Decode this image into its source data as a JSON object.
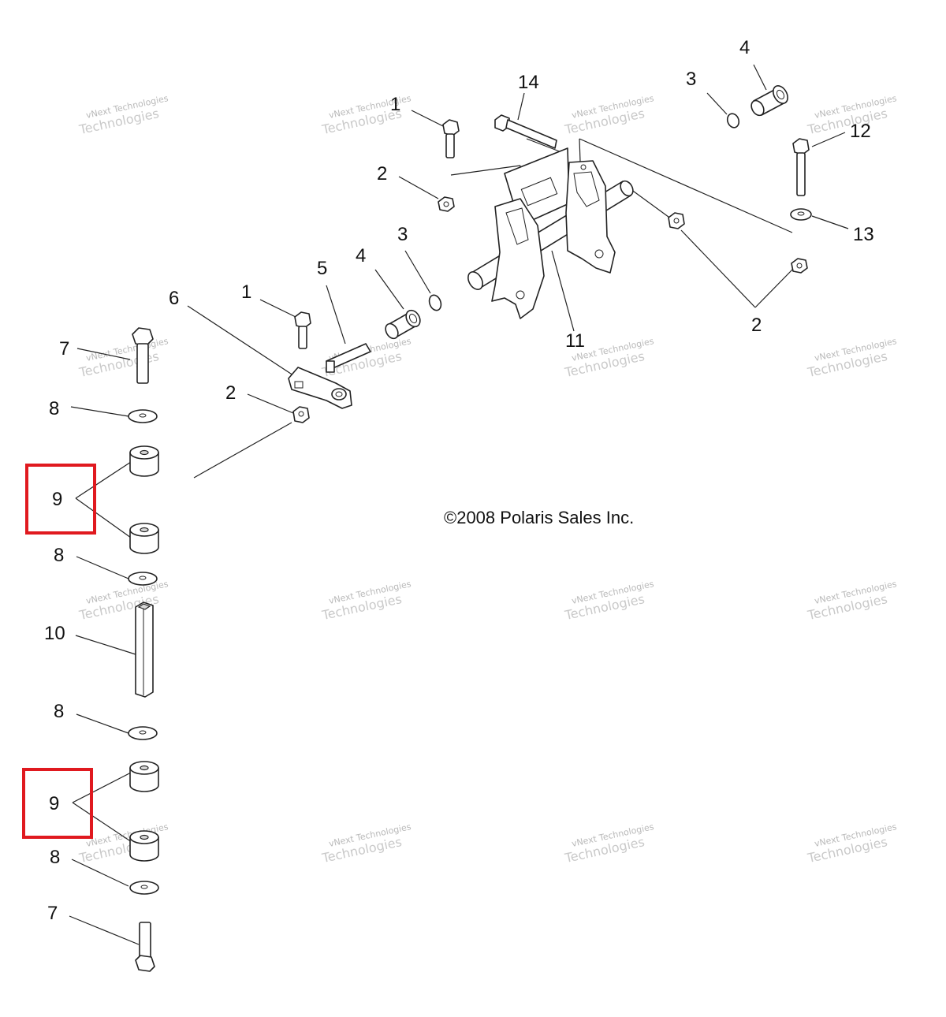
{
  "copyright": "©2008 Polaris Sales Inc.",
  "watermark": {
    "line1": "vNext Technologies",
    "line2": "Technologies"
  },
  "callouts": {
    "c1a": "1",
    "c1b": "1",
    "c2a": "2",
    "c2b": "2",
    "c2c": "2",
    "c3a": "3",
    "c3b": "3",
    "c4a": "4",
    "c4b": "4",
    "c5": "5",
    "c6": "6",
    "c7a": "7",
    "c7b": "7",
    "c8a": "8",
    "c8b": "8",
    "c8c": "8",
    "c8d": "8",
    "c9a": "9",
    "c9b": "9",
    "c10": "10",
    "c11": "11",
    "c12": "12",
    "c13": "13",
    "c14": "14"
  },
  "highlight_color": "#e0191f"
}
